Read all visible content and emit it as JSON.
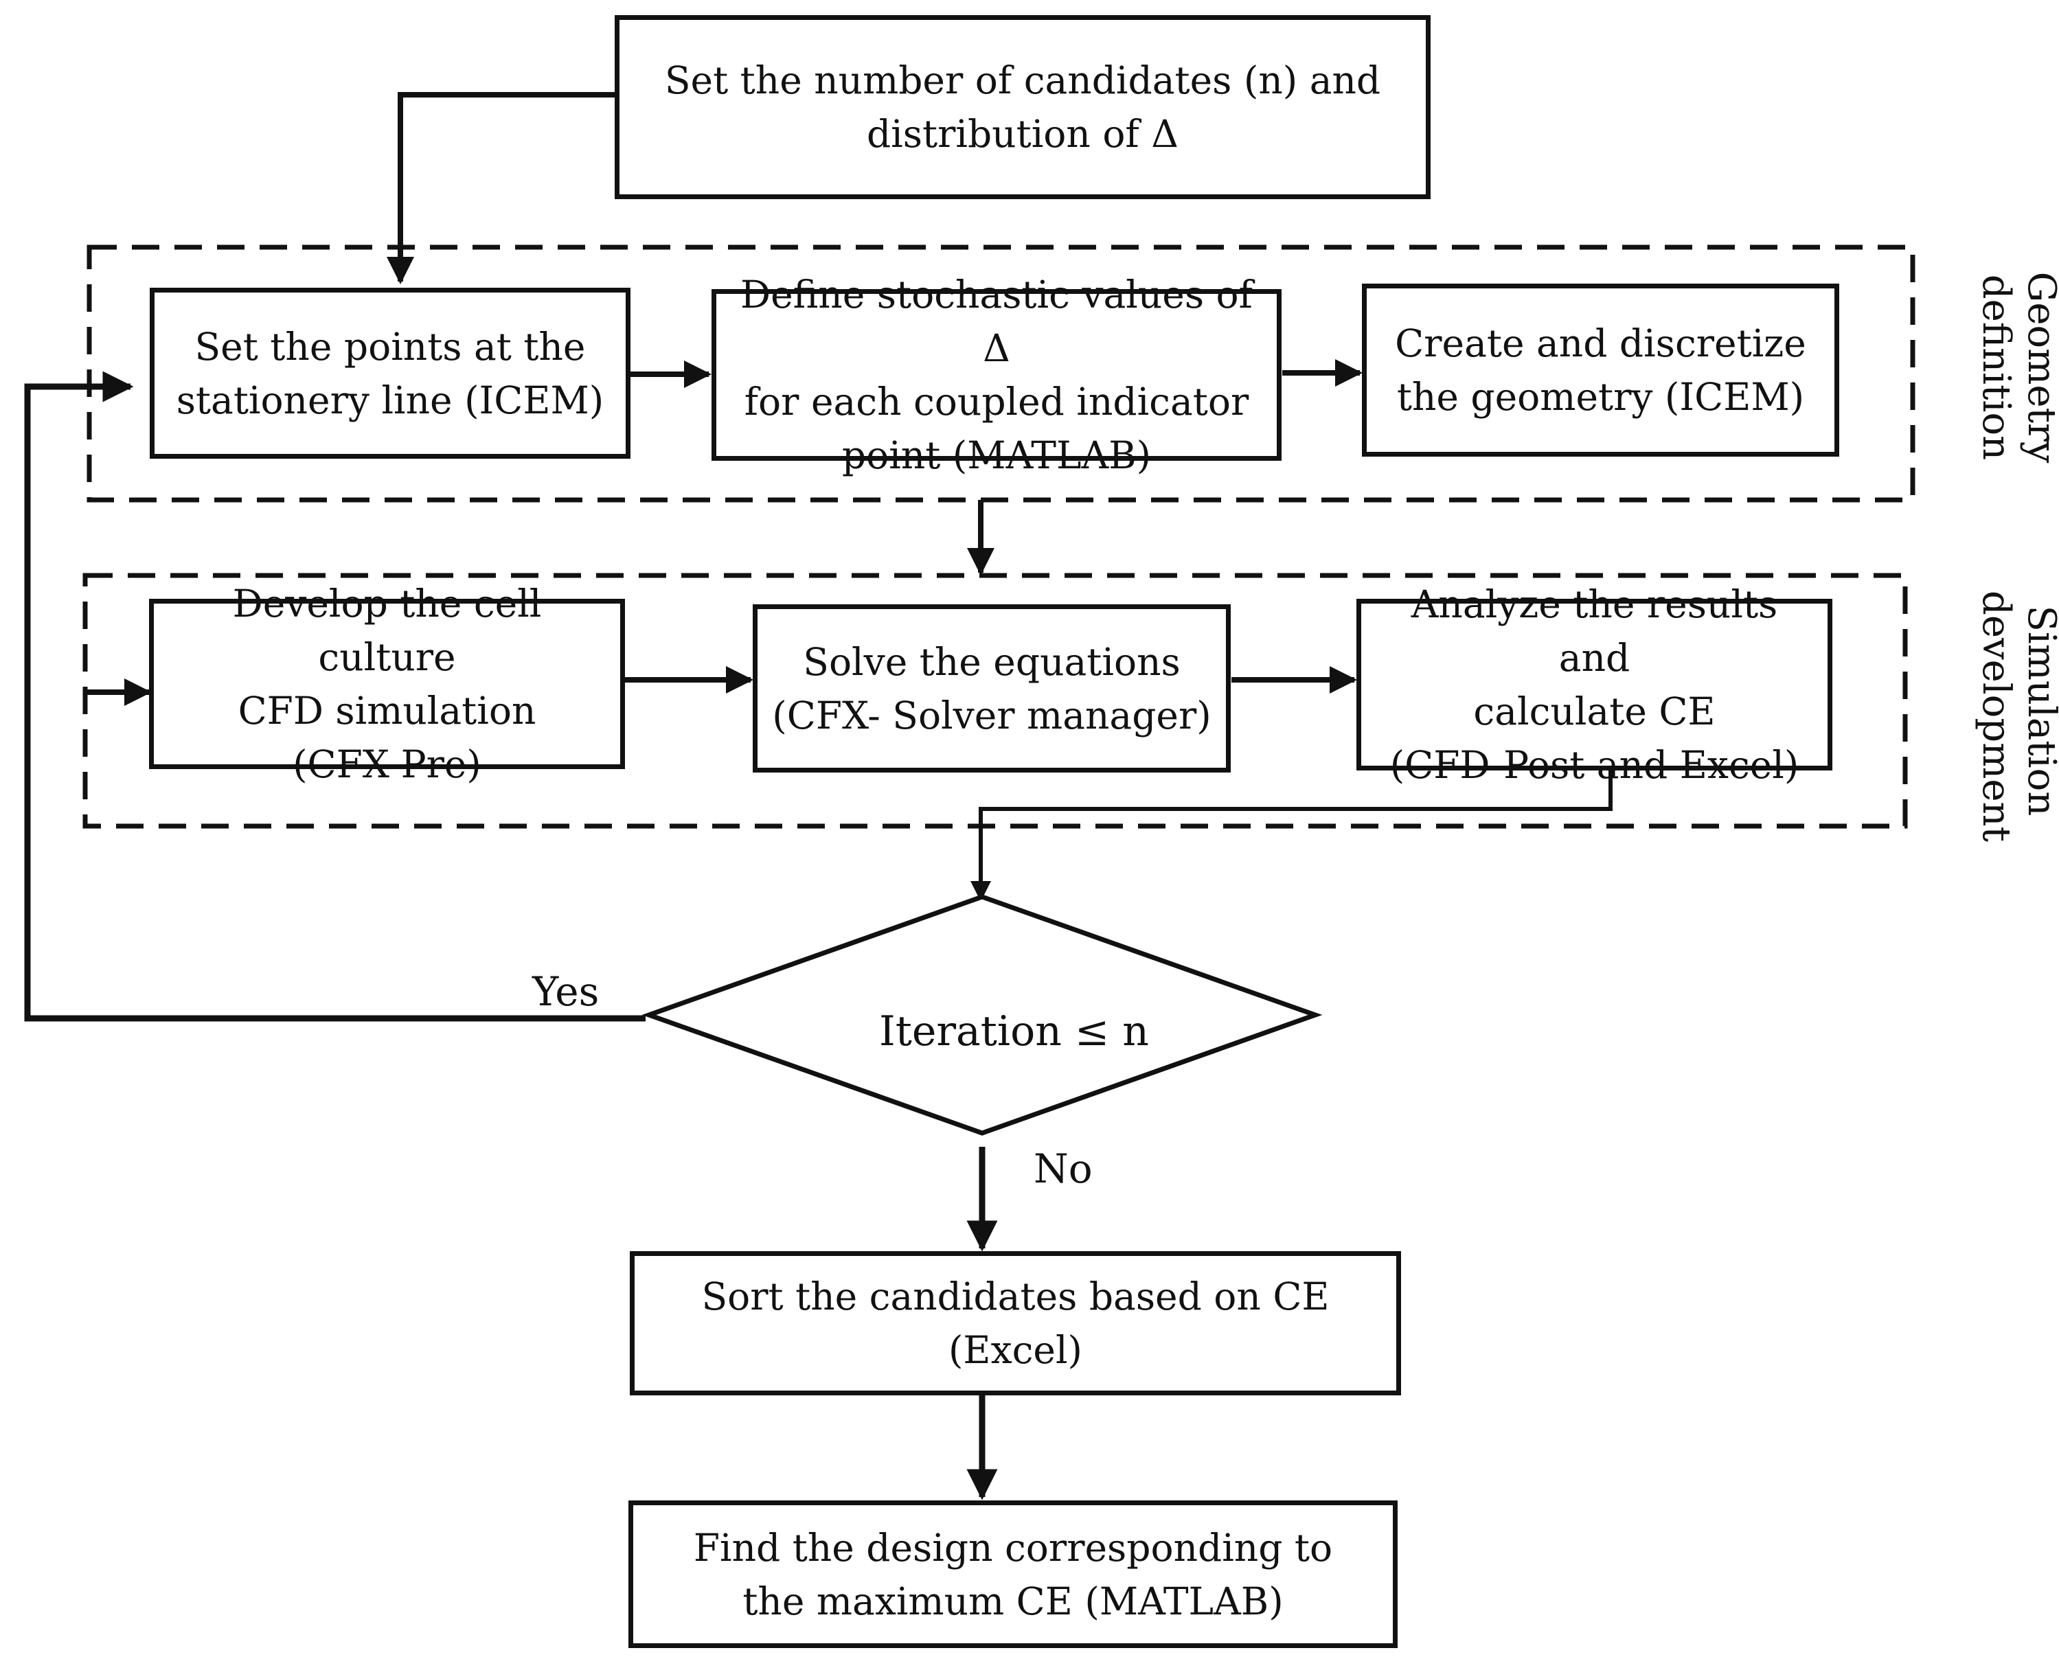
{
  "nodes": {
    "start": "Set the number of candidates (n) and\ndistribution of  Δ",
    "set_points": "Set the points at the\nstationery line (ICEM)",
    "define_values": "Define stochastic values of  Δ\nfor each coupled indicator\npoint (MATLAB)",
    "create_geometry": "Create and discretize\nthe geometry (ICEM)",
    "develop_sim": "Develop the cell culture\nCFD simulation\n(CFX-Pre)",
    "solve": "Solve the equations\n(CFX- Solver manager)",
    "analyze": "Analyze the results and\ncalculate CE\n(CFD-Post and Excel)",
    "decision": "Iteration ≤ n",
    "sort": "Sort the candidates based on CE\n(Excel)",
    "find": "Find the design corresponding to\nthe maximum CE (MATLAB)"
  },
  "groups": {
    "geometry": "Geometry\ndefinition",
    "simulation": "Simulation\ndevelopment"
  },
  "edges": {
    "yes": "Yes",
    "no": "No"
  }
}
